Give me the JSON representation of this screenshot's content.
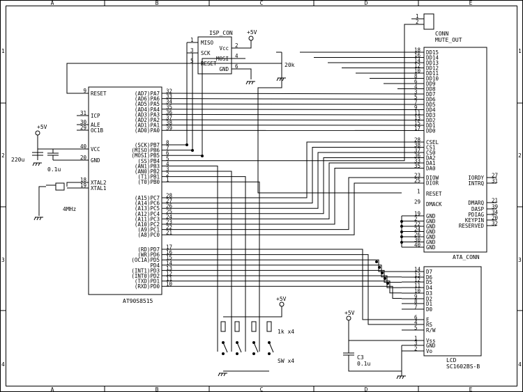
{
  "frame": {
    "columns": [
      "A",
      "B",
      "C",
      "D",
      "E"
    ],
    "rows": [
      "1",
      "2",
      "3",
      "4"
    ]
  },
  "mcu": {
    "name": "AT90S8515",
    "left_pins": [
      {
        "name": "RESET",
        "num": "9"
      },
      {
        "name": "ICP",
        "num": "31"
      },
      {
        "name": "ALE",
        "num": "30"
      },
      {
        "name": "OC1B",
        "num": "29"
      },
      {
        "name": "VCC",
        "num": "40"
      },
      {
        "name": "GND",
        "num": "20"
      },
      {
        "name": "XTAL2",
        "num": "18"
      },
      {
        "name": "XTAL1",
        "num": "19"
      }
    ],
    "porta": [
      {
        "name": "(AD7)PA7",
        "num": "32"
      },
      {
        "name": "(AD6)PA6",
        "num": "33"
      },
      {
        "name": "(AD5)PA5",
        "num": "34"
      },
      {
        "name": "(AD4)PA4",
        "num": "35"
      },
      {
        "name": "(AD3)PA3",
        "num": "36"
      },
      {
        "name": "(AD2)PA2",
        "num": "37"
      },
      {
        "name": "(AD1)PA1",
        "num": "38"
      },
      {
        "name": "(AD0)PA0",
        "num": "39"
      }
    ],
    "portb": [
      {
        "name": "(SCK)PB7",
        "num": "8"
      },
      {
        "name": "(MISO)PB6",
        "num": "7"
      },
      {
        "name": "(MOSI)PB5",
        "num": "6"
      },
      {
        "name": "(SS)PB4",
        "num": "5"
      },
      {
        "name": "(AN1)PB3",
        "num": "4"
      },
      {
        "name": "(AN0)PB2",
        "num": "3"
      },
      {
        "name": "(T1)PB1",
        "num": "2"
      },
      {
        "name": "(T0)PB0",
        "num": "1"
      }
    ],
    "portc": [
      {
        "name": "(A15)PC7",
        "num": "28"
      },
      {
        "name": "(A14)PC6",
        "num": "27"
      },
      {
        "name": "(A13)PC5",
        "num": "26"
      },
      {
        "name": "(A12)PC4",
        "num": "25"
      },
      {
        "name": "(A11)PC3",
        "num": "24"
      },
      {
        "name": "(A10)PC2",
        "num": "23"
      },
      {
        "name": "(A9)PC1",
        "num": "22"
      },
      {
        "name": "(A8)PC0",
        "num": "21"
      }
    ],
    "portd": [
      {
        "name": "(RD)PD7",
        "num": "17"
      },
      {
        "name": "(WR)PD6",
        "num": "16"
      },
      {
        "name": "(OC1A)PD5",
        "num": "15"
      },
      {
        "name": "PD4",
        "num": "14"
      },
      {
        "name": "(INT1)PD3",
        "num": "13"
      },
      {
        "name": "(INT0)PD2",
        "num": "12"
      },
      {
        "name": "(TXD)PD1",
        "num": "11"
      },
      {
        "name": "(RXD)PD0",
        "num": "10"
      }
    ]
  },
  "isp": {
    "name": "ISP_CON",
    "pins": [
      {
        "name": "MISO",
        "num": "1"
      },
      {
        "name": "SCK",
        "num": "3"
      },
      {
        "name": "RESET",
        "num": "5"
      },
      {
        "name": "Vcc",
        "num": "2"
      },
      {
        "name": "MOSI",
        "num": "4"
      },
      {
        "name": "GND",
        "num": "6"
      }
    ]
  },
  "conn": {
    "name": "CONN",
    "subtitle": "MUTE_OUT",
    "pins": [
      "1",
      "2"
    ]
  },
  "ata": {
    "name": "ATA_CONN",
    "data_pins": [
      {
        "name": "DD15",
        "num": "18"
      },
      {
        "name": "DD14",
        "num": "16"
      },
      {
        "name": "DD13",
        "num": "14"
      },
      {
        "name": "DD12",
        "num": "12"
      },
      {
        "name": "DD11",
        "num": "10"
      },
      {
        "name": "DD10",
        "num": "8"
      },
      {
        "name": "DD9",
        "num": "6"
      },
      {
        "name": "DD8",
        "num": "4"
      },
      {
        "name": "DD7",
        "num": "3"
      },
      {
        "name": "DD6",
        "num": "5"
      },
      {
        "name": "DD5",
        "num": "7"
      },
      {
        "name": "DD4",
        "num": "9"
      },
      {
        "name": "DD3",
        "num": "11"
      },
      {
        "name": "DD2",
        "num": "13"
      },
      {
        "name": "DD1",
        "num": "15"
      },
      {
        "name": "DD0",
        "num": "17"
      }
    ],
    "ctrl_pins": [
      {
        "name": "CSEL",
        "num": "28"
      },
      {
        "name": "CS1",
        "num": "38"
      },
      {
        "name": "CS0",
        "num": "37"
      },
      {
        "name": "DA2",
        "num": "36"
      },
      {
        "name": "DA1",
        "num": "33"
      },
      {
        "name": "DA0",
        "num": "35"
      }
    ],
    "io_pins": [
      {
        "name": "DIOW",
        "num": "23"
      },
      {
        "name": "DIOR",
        "num": "25"
      }
    ],
    "reset": {
      "name": "RESET",
      "num": "1"
    },
    "dmack": {
      "name": "DMACK",
      "num": "29"
    },
    "gnd_pins": [
      {
        "name": "GND",
        "num": "19"
      },
      {
        "name": "GND",
        "num": "2"
      },
      {
        "name": "GND",
        "num": "22"
      },
      {
        "name": "GND",
        "num": "24"
      },
      {
        "name": "GND",
        "num": "26"
      },
      {
        "name": "GND",
        "num": "30"
      },
      {
        "name": "GND",
        "num": "40"
      }
    ],
    "right_pins": [
      {
        "name": "IORDY",
        "num": "27"
      },
      {
        "name": "INTRQ",
        "num": "31"
      },
      {
        "name": "DMARQ",
        "num": "21"
      },
      {
        "name": "DASP",
        "num": "39"
      },
      {
        "name": "PDIAG",
        "num": "34"
      },
      {
        "name": "KEYPIN",
        "num": "20"
      },
      {
        "name": "RESERVED",
        "num": "32"
      }
    ]
  },
  "lcd": {
    "name": "LCD",
    "part": "SC1602BS-B",
    "pins": [
      {
        "name": "D7",
        "num": "14"
      },
      {
        "name": "D6",
        "num": "13"
      },
      {
        "name": "D5",
        "num": "12"
      },
      {
        "name": "D4",
        "num": "11"
      },
      {
        "name": "D3",
        "num": "10"
      },
      {
        "name": "D2",
        "num": "9"
      },
      {
        "name": "D1",
        "num": "8"
      },
      {
        "name": "D0",
        "num": "7"
      },
      {
        "name": "E",
        "num": "6"
      },
      {
        "name": "RS",
        "num": "4"
      },
      {
        "name": "R/W",
        "num": "5"
      },
      {
        "name": "Vss",
        "num": "1"
      },
      {
        "name": "GND",
        "num": "3"
      },
      {
        "name": "Vo",
        "num": "2"
      }
    ]
  },
  "labels": {
    "vcc_5v": "+5V",
    "r_pullup": "20k",
    "c_bulk": "220u",
    "c_decoupling": "0.1u",
    "crystal": "4MHz",
    "resistors": "1k x4",
    "switches": "SW x4",
    "c3_name": "C3",
    "c3_value": "0.1u"
  }
}
